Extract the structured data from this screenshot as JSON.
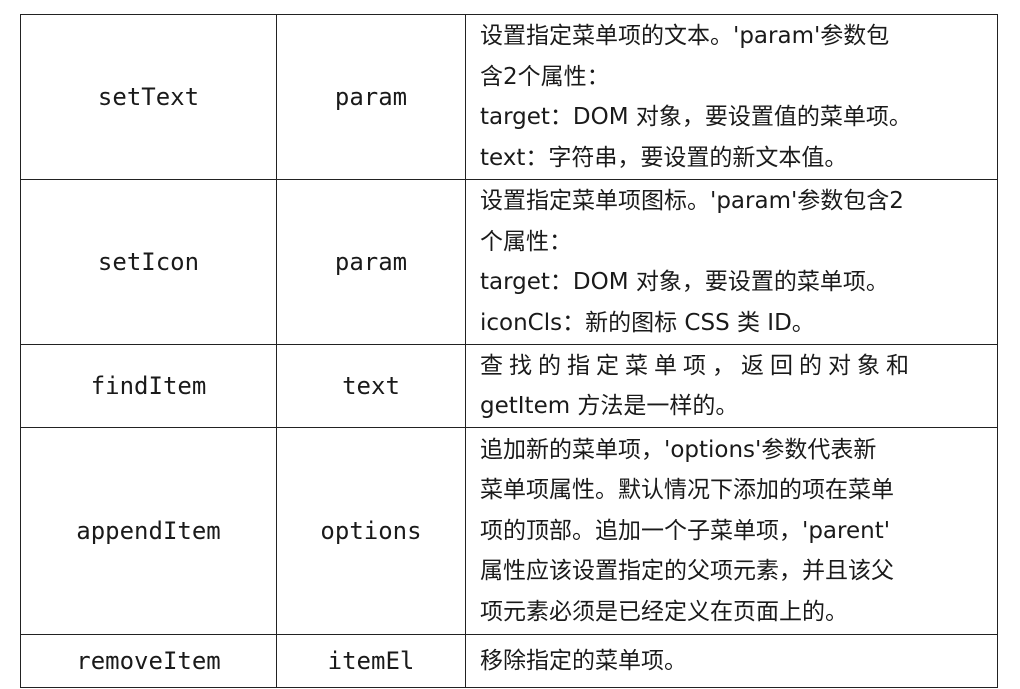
{
  "rows": [
    {
      "method": "setText",
      "param": "param",
      "desc_lines": [
        "设置指定菜单项的文本。'param'参数包",
        "含2个属性：",
        "target：DOM 对象，要设置值的菜单项。",
        "text：字符串，要设置的新文本值。"
      ]
    },
    {
      "method": "setIcon",
      "param": "param",
      "desc_lines": [
        "设置指定菜单项图标。'param'参数包含2",
        "个属性：",
        "target：DOM 对象，要设置的菜单项。",
        "iconCls：新的图标 CSS 类 ID。"
      ]
    },
    {
      "method": "findItem",
      "param": "text",
      "desc_lines": [
        "查找的指定菜单项，返回的对象和",
        "getItem 方法是一样的。"
      ]
    },
    {
      "method": "appendItem",
      "param": "options",
      "desc_lines": [
        "追加新的菜单项，'options'参数代表新",
        "菜单项属性。默认情况下添加的项在菜单",
        "项的顶部。追加一个子菜单项，'parent'",
        "属性应该设置指定的父项元素，并且该父",
        "项元素必须是已经定义在页面上的。"
      ]
    },
    {
      "method": "removeItem",
      "param": "itemEl",
      "desc_lines": [
        "移除指定的菜单项。"
      ]
    }
  ]
}
